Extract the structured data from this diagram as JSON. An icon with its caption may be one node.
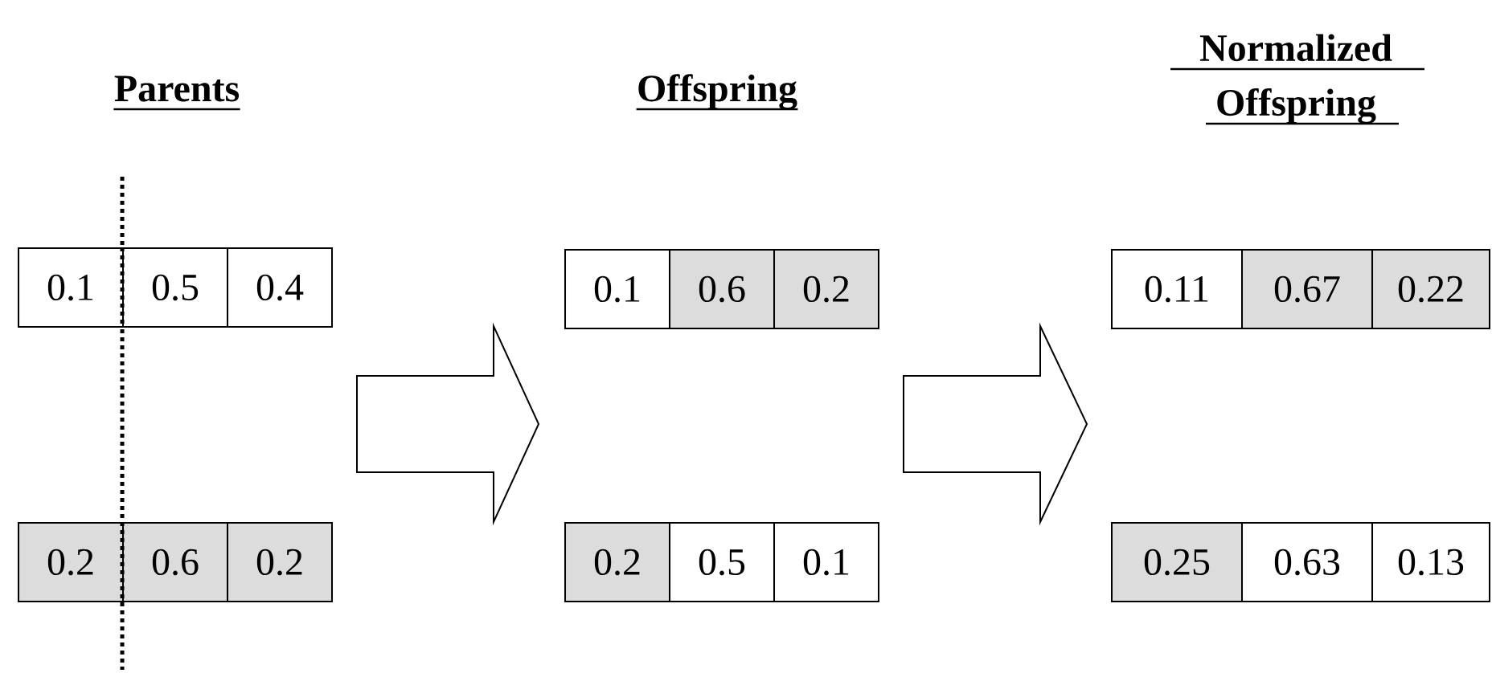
{
  "diagram": {
    "nodes": [
      {
        "text": [
          "0.1"
        ]
      },
      {
        "text": [
          "0.5"
        ]
      },
      {
        "text": [
          "0.4"
        ]
      },
      {
        "text": [
          "0.2"
        ]
      },
      {
        "text": [
          "0.6"
        ]
      },
      {
        "text": [
          "0.2"
        ]
      },
      {
        "text": [
          "0.1"
        ]
      },
      {
        "text": [
          "0.6"
        ]
      },
      {
        "text": [
          "0.2"
        ]
      },
      {
        "text": [
          "0.2"
        ]
      },
      {
        "text": [
          "0.5"
        ]
      },
      {
        "text": [
          "0.1"
        ]
      },
      {
        "text": [
          "0.11"
        ]
      },
      {
        "text": [
          "0.67"
        ]
      },
      {
        "text": [
          "0.22"
        ]
      },
      {
        "text": [
          "0.25"
        ]
      },
      {
        "text": [
          "0.63"
        ]
      },
      {
        "text": [
          "0.13"
        ]
      }
    ],
    "labels": [
      "Parents",
      "Offspring",
      "Normalized Offspring"
    ]
  }
}
